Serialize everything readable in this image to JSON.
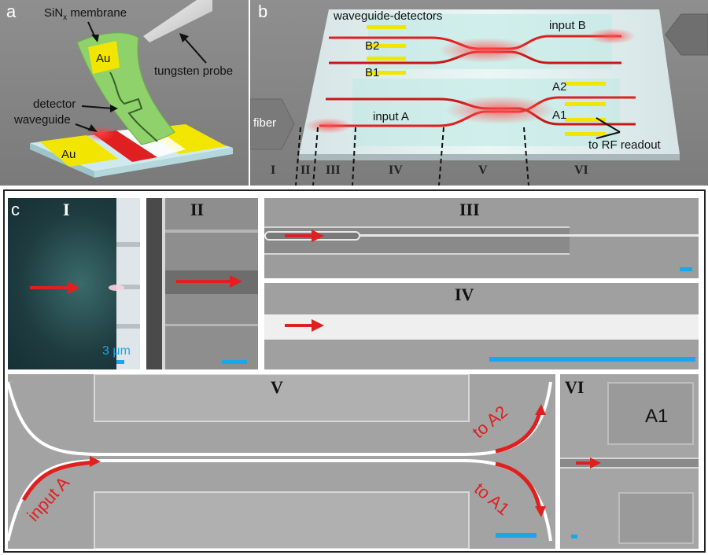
{
  "panel_a": {
    "label": "a",
    "membrane_label_main": "SiN",
    "membrane_label_sub": "x",
    "membrane_label_rest": " membrane",
    "probe_label": "tungsten probe",
    "detector_label": "detector",
    "waveguide_label": "waveguide",
    "au_top": "Au",
    "au_bottom": "Au"
  },
  "panel_b": {
    "label": "b",
    "waveguide_detectors": "waveguide-detectors",
    "input_b": "input B",
    "input_a": "input A",
    "fiber": "fiber",
    "to_rf": "to RF readout",
    "b2": "B2",
    "b1": "B1",
    "a2": "A2",
    "a1": "A1",
    "sections": [
      "I",
      "II",
      "III",
      "IV",
      "V",
      "VI"
    ]
  },
  "panel_c": {
    "label": "c",
    "sub_I": "I",
    "sub_II": "II",
    "sub_III": "III",
    "sub_IV": "IV",
    "sub_V": "V",
    "sub_VI": "VI",
    "scale_I": "3 μm",
    "to_a2": "to A2",
    "to_a1": "to A1",
    "input_a": "input A",
    "vi_a1": "A1"
  },
  "colors": {
    "accent_red": "#e02020",
    "scale_blue": "#1aa7e8",
    "au_yellow": "#f2e600",
    "membrane_green": "#8fd16a"
  }
}
